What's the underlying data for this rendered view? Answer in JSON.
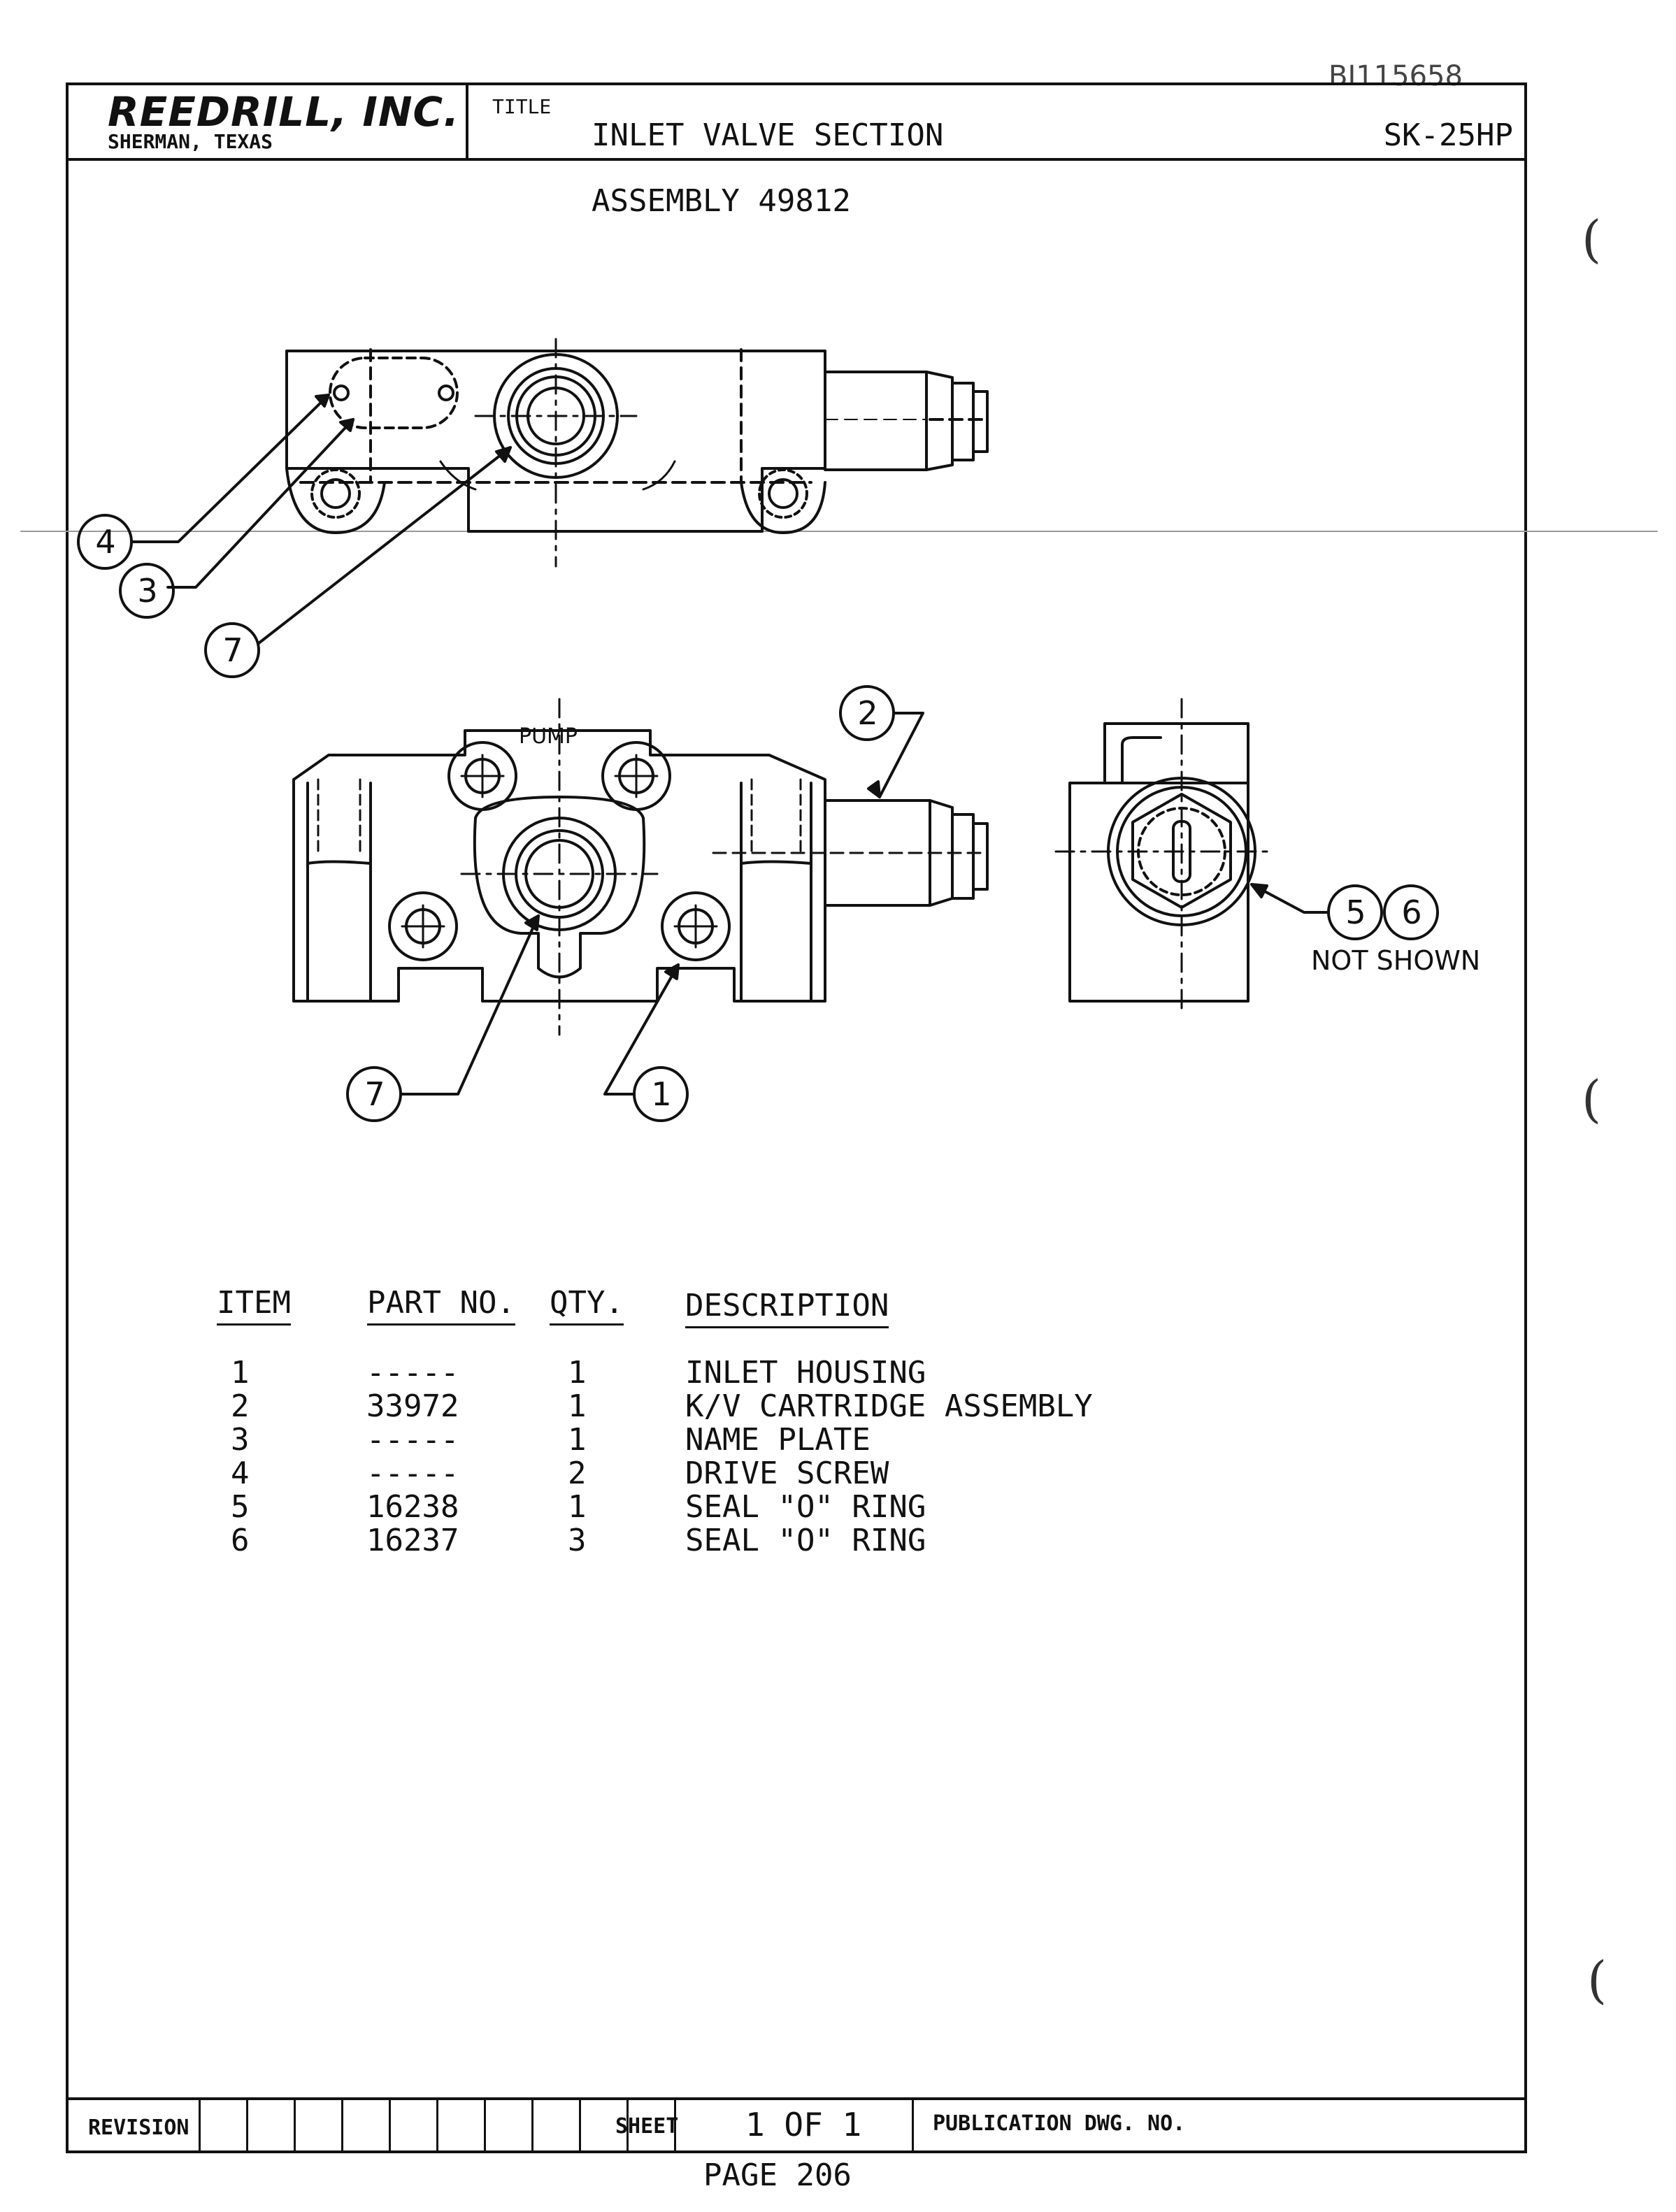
{
  "doc_id": "BI115658",
  "company": {
    "name": "REEDRILL, INC.",
    "location": "SHERMAN, TEXAS"
  },
  "title_label": "TITLE",
  "title": "INLET VALVE SECTION",
  "model": "SK-25HP",
  "assembly": "ASSEMBLY 49812",
  "drawing": {
    "pump_label": "PUMP",
    "callouts": {
      "top_4": "4",
      "top_3": "3",
      "top_7": "7",
      "front_2": "2",
      "front_7": "7",
      "front_1": "1",
      "side_5": "5",
      "side_6": "6"
    },
    "not_shown": "NOT SHOWN"
  },
  "parts_table": {
    "headers": [
      "ITEM",
      "PART NO.",
      "QTY.",
      "DESCRIPTION"
    ],
    "rows": [
      {
        "item": "1",
        "part_no": "-----",
        "qty": "1",
        "description": "INLET HOUSING"
      },
      {
        "item": "2",
        "part_no": "33972",
        "qty": "1",
        "description": "K/V CARTRIDGE ASSEMBLY"
      },
      {
        "item": "3",
        "part_no": "-----",
        "qty": "1",
        "description": "NAME PLATE"
      },
      {
        "item": "4",
        "part_no": "-----",
        "qty": "2",
        "description": "DRIVE SCREW"
      },
      {
        "item": "5",
        "part_no": "16238",
        "qty": "1",
        "description": "SEAL \"O\" RING"
      },
      {
        "item": "6",
        "part_no": "16237",
        "qty": "3",
        "description": "SEAL \"O\" RING"
      }
    ]
  },
  "footer": {
    "revision_label": "REVISION",
    "sheet_label": "SHEET",
    "sheet_value": "1 OF 1",
    "publication_label": "PUBLICATION DWG. NO.",
    "page": "PAGE 206"
  }
}
